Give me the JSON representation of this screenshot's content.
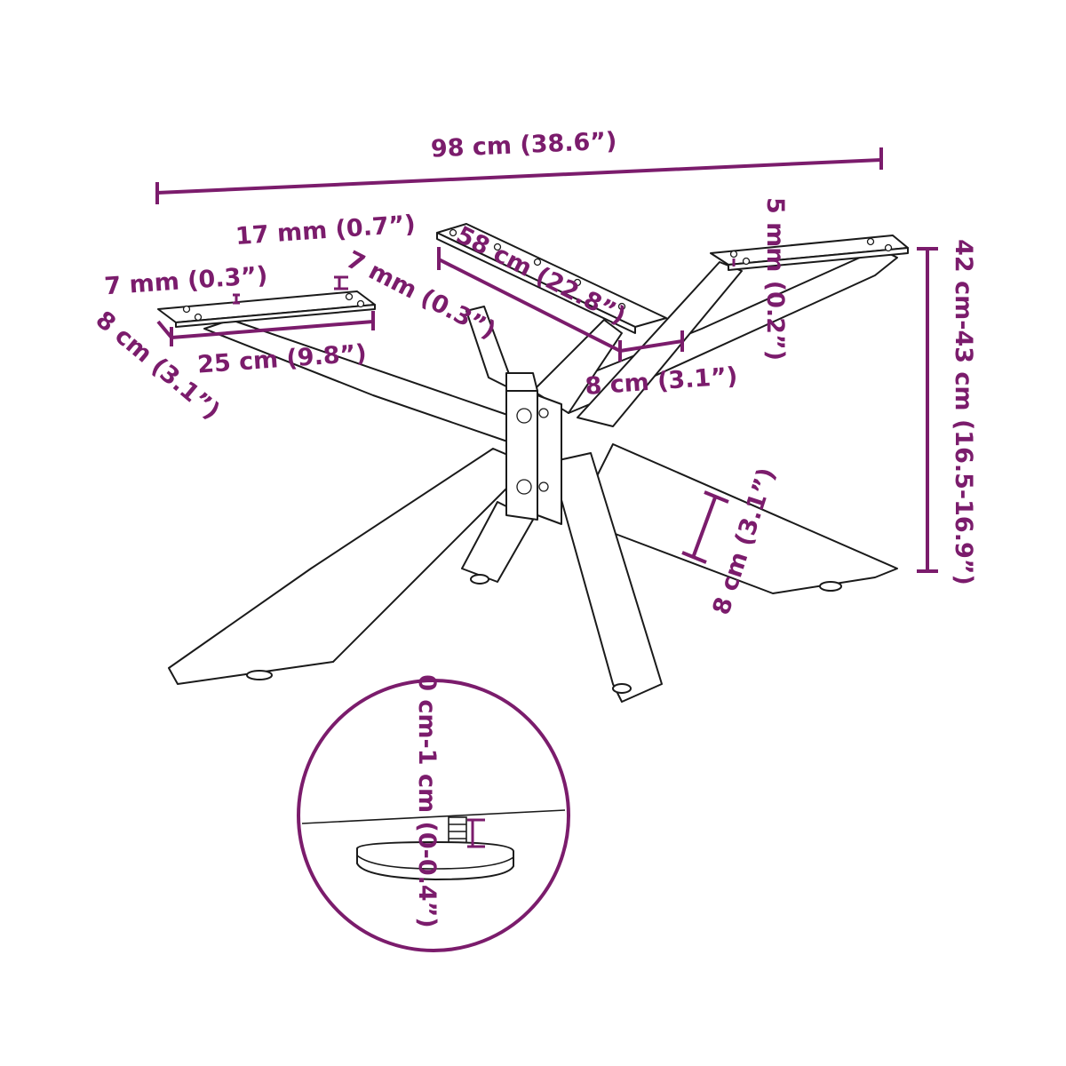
{
  "diagram": {
    "accent_color": "#7b1c6c",
    "line_color": "#1a1a1a",
    "labels": {
      "total_length": "98 cm (38.6”)",
      "plate_thickness_left": "17 mm (0.7”)",
      "small_gap_left": "7 mm (0.3”)",
      "small_gap_mid": "7 mm (0.3”)",
      "plate_width_left": "8 cm (3.1”)",
      "plate_length_left": "25 cm (9.8”)",
      "center_plate_length": "58 cm (22.8”)",
      "center_plate_width": "8 cm (3.1”)",
      "right_plate_thickness": "5 mm (0.2”)",
      "height": "42 cm-43 cm (16.5-16.9”)",
      "leg_width": "8 cm (3.1”)",
      "foot_adjust": "0 cm-1 cm (0-0.4”)"
    }
  }
}
